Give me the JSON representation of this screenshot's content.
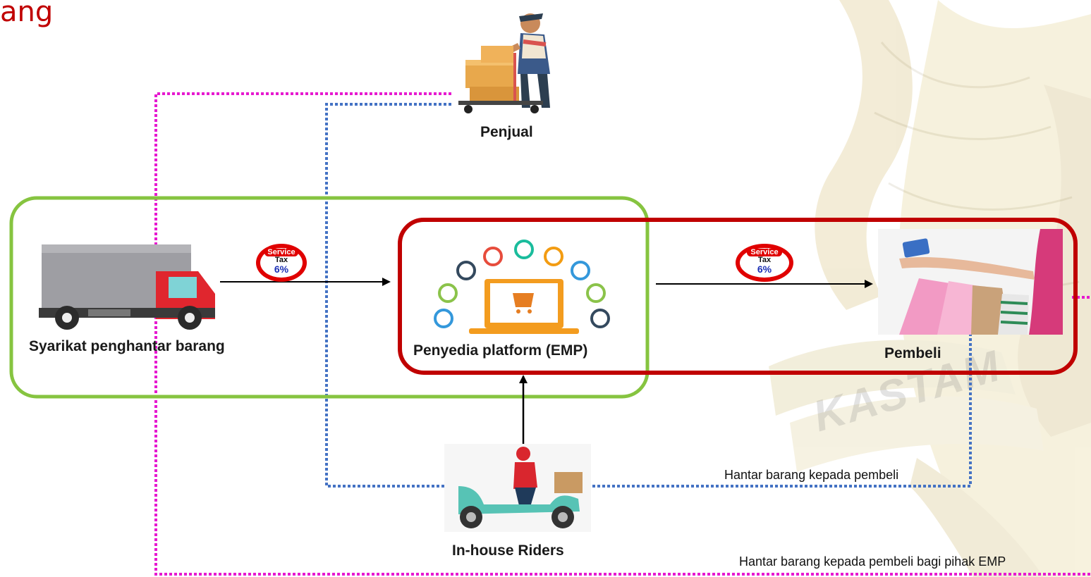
{
  "title_fragment": "ang",
  "nodes": {
    "seller": "Penjual",
    "courier": "Syarikat penghantar barang",
    "platform": "Penyedia platform (EMP)",
    "buyer": "Pembeli",
    "riders": "In-house Riders"
  },
  "badges": [
    {
      "line1": "Service",
      "line2": "Tax",
      "line3": "6%"
    },
    {
      "line1": "Service",
      "line2": "Tax",
      "line3": "6%"
    }
  ],
  "flows": {
    "blue_route_label": "Hantar barang kepada pembeli",
    "magenta_route_label": "Hantar barang kepada pembeli bagi pihak EMP"
  },
  "watermark": "KASTAM",
  "colors": {
    "title": "#c00000",
    "green_box": "#86c440",
    "red_box": "#c00000",
    "blue_route": "#4472c4",
    "magenta_route": "#e619d0",
    "badge_ring": "#e00000",
    "badge_tax_text": "#1a2fb5"
  }
}
